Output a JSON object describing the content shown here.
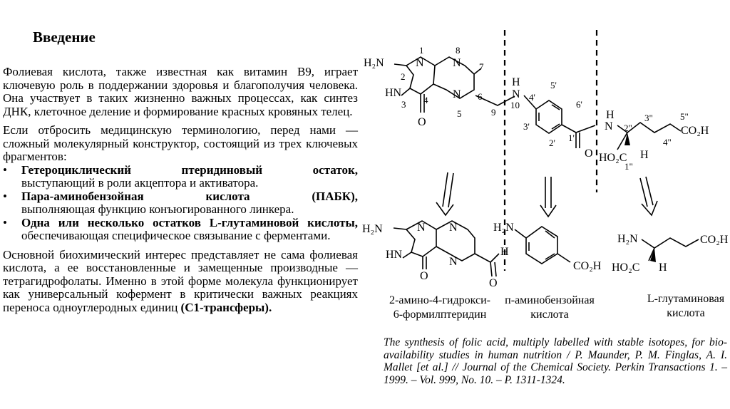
{
  "slide": {
    "title": "Введение",
    "intro": "Фолиевая кислота, также известная как витамин B9, играет ключевую роль в поддержании здоровья и благополучия человека. Она участвует в таких жизненно важных процессах, как синтез ДНК, клеточное деление и формирование красных кровяных телец.",
    "lead": "Если отбросить медицинскую терминологию, перед нами — сложный молекулярный конструктор, состоящий из трех ключевых фрагментов:",
    "fragments": [
      {
        "term": "Гетероциклический птеридиновый остаток,",
        "text": " выступающий в роли акцептора и активатора."
      },
      {
        "term": "Пара-аминобензойная кислота (ПАБК),",
        "text": " выполняющая функцию конъюгированного линкера."
      },
      {
        "term": "Одна или несколько остатков L-глутаминовой кислоты,",
        "text": " обеспечивающая специфическое связывание с ферментами."
      }
    ],
    "closing": "Основной биохимический интерес представляет не сама фолиевая кислота, а ее восстановленные и замещенные производные — тетрагидрофолаты.",
    "closing_emph": " Именно в этой форме молекула функционирует как универсальный кофермент в критически важных реакциях переноса одноуглеродных единиц ",
    "closing_term": "(C1-трансферы).",
    "reference": "The synthesis of folic acid, multiply labelled with stable isotopes, for bio-availability studies in human nutrition / P. Maunder, P. M. Finglas, A. I. Mallet [et al.] // Journal of the Chemical Society. Perkin Transactions 1. – 1999. – Vol. 999, No. 10. – P. 1311-1324."
  },
  "figure": {
    "labels": {
      "h2n": "H₂N",
      "hn": "HN",
      "n": "N",
      "o": "O",
      "h": "H",
      "co2h": "CO₂H",
      "ho2c": "HO₂C",
      "h2n_plain": "H₂N"
    },
    "atom_numbers": {
      "n1": "1",
      "c2": "2",
      "n3": "3",
      "c4": "4",
      "n5": "5",
      "c6": "6",
      "c7": "7",
      "n8": "8",
      "c9": "9",
      "n10": "10",
      "c1p": "1'",
      "c2p": "2'",
      "c3p": "3'",
      "c4p": "4'",
      "c5p": "5'",
      "c6p": "6'",
      "c1pp": "1\"",
      "c2pp": "2\"",
      "c3pp": "3\"",
      "c4pp": "4\"",
      "c5pp": "5\""
    },
    "fragment_captions": [
      {
        "line1": "2-амино-4-гидрокси-",
        "line2": "6-формилптеридин"
      },
      {
        "line1": "п-аминобензойная",
        "line2": "кислота"
      },
      {
        "line1": "L-глутаминовая",
        "line2": "кислота"
      }
    ]
  }
}
